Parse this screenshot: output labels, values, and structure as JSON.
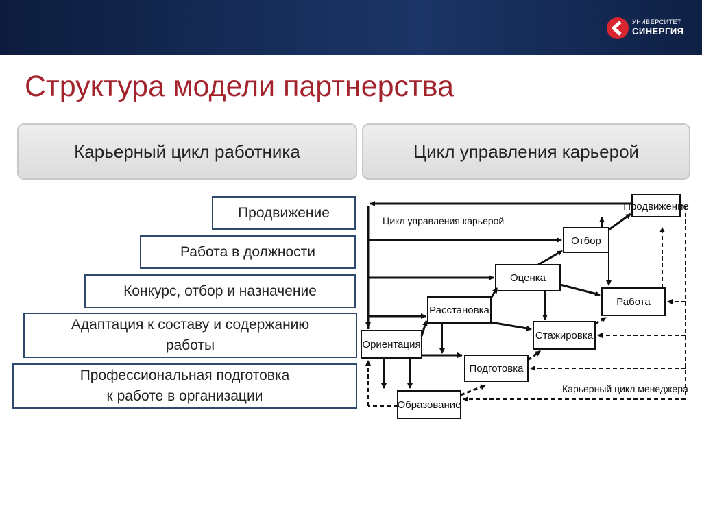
{
  "logo": {
    "line1": "УНИВЕРСИТЕТ",
    "line2": "СИНЕРГИЯ"
  },
  "title": "Структура модели партнерства",
  "headers": {
    "left": "Карьерный цикл работника",
    "right": "Цикл управления карьерой"
  },
  "stages": [
    "Продвижение",
    "Работа в должности",
    "Конкурс, отбор и назначение",
    "Адаптация к составу и содержанию\nработы",
    "Профессиональная подготовка\nк работе в организации"
  ],
  "diagram": {
    "label_management_cycle": "Цикл управления карьерой",
    "label_manager_cycle": "Карьерный цикл менеджера",
    "nodes": {
      "prodvizhenie": "Продвижение",
      "otbor": "Отбор",
      "ocenka": "Оценка",
      "rabota": "Работа",
      "rasstanovka": "Расстановка",
      "stazhirovka": "Стажировка",
      "orientaciya": "Ориентация",
      "podgotovka": "Подготовка",
      "obrazovanie": "Образование"
    }
  }
}
